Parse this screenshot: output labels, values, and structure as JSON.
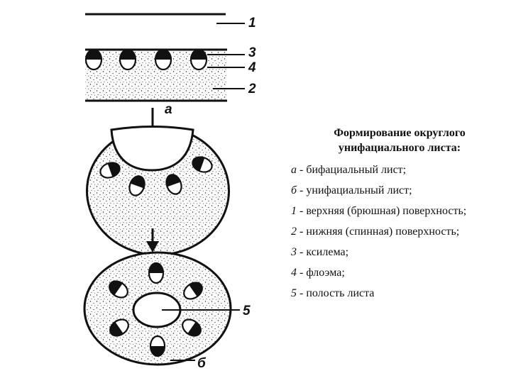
{
  "diagram": {
    "part_labels": {
      "a": "а",
      "b": "б"
    },
    "callouts": [
      "1",
      "2",
      "3",
      "4",
      "5"
    ]
  },
  "caption": {
    "title_line1": "Формирование округлого",
    "title_line2": "унифациального листа:",
    "items": [
      {
        "key": "а",
        "text": " - бифациальный лист;"
      },
      {
        "key": "б",
        "text": " - унифациальный лист;"
      },
      {
        "key": "1",
        "text": " - верхняя (брюшная) поверхность;"
      },
      {
        "key": "2",
        "text": " - нижняя (спинная) поверхность;"
      },
      {
        "key": "3",
        "text": " - ксилема;"
      },
      {
        "key": "4",
        "text": " - флоэма;"
      },
      {
        "key": "5",
        "text": " - полость листа"
      }
    ]
  }
}
